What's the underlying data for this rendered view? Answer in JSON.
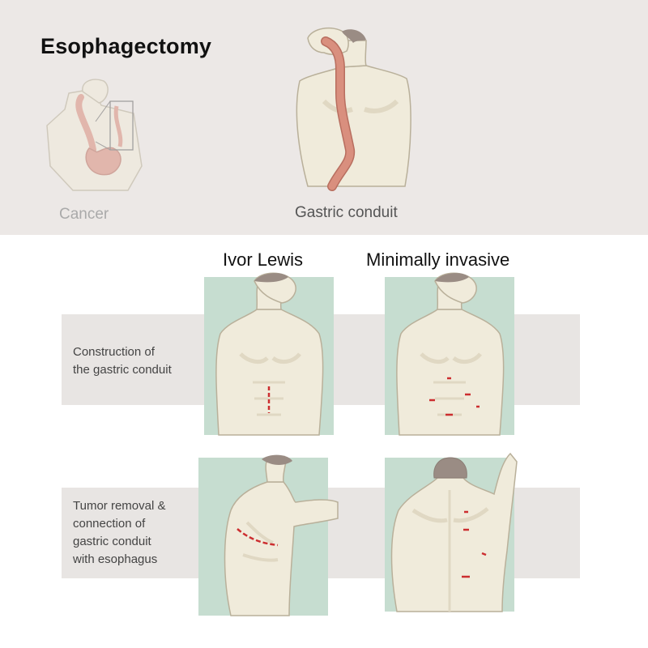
{
  "title": "Esophagectomy",
  "top_captions": {
    "cancer": "Cancer",
    "conduit": "Gastric conduit"
  },
  "columns": {
    "ivor_lewis": "Ivor Lewis",
    "minimally_invasive": "Minimally invasive"
  },
  "rows": [
    {
      "lines": [
        "Construction of",
        "the gastric conduit"
      ]
    },
    {
      "lines": [
        "Tumor removal &",
        "connection of",
        "gastric conduit",
        "with esophagus"
      ]
    }
  ],
  "colors": {
    "skin": "#f0ebdb",
    "skin_shadow": "#e0d8c3",
    "outline": "#b9b09a",
    "hair": "#9a8c84",
    "esophagus": "#d98f7e",
    "esophagus_dark": "#b86e5f",
    "drape": "#c6ddd0",
    "incision": "#cc2e30"
  }
}
